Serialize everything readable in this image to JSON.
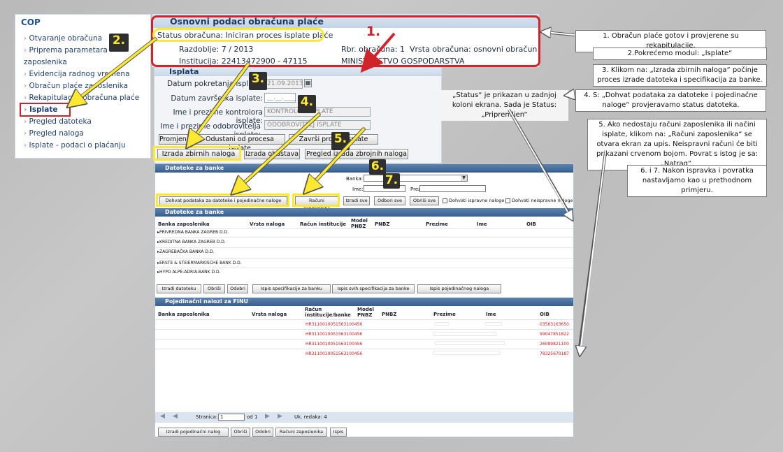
{
  "sidebar": {
    "title": "COP",
    "items": [
      "Otvaranje obračuna",
      "Priprema parametara zaposlenika",
      "Evidencija radnog vremena",
      "Obračun plaće zaposlenika",
      "Rekapitulacija obračuna plaće",
      "Isplate",
      "Pregled datoteka",
      "Pregled naloga",
      "Isplate - podaci o plaćanju"
    ]
  },
  "header": {
    "title": "Osnovni podaci obračuna plaće",
    "status": "Status obračuna: Iniciran proces isplate plaće",
    "period": "Razdoblje:     7 / 2013",
    "number": "Rbr. obračuna: 1",
    "type": "Vrsta obračuna: osnovni obračun",
    "institution": "Institucija: 22413472900 - 47115",
    "ministry": "MINISTARSTVO GOSPODARSTVA"
  },
  "form": {
    "title": "Isplata",
    "start_label": "Datum pokretanja isplate:",
    "start_value": "21.09.2013",
    "end_label": "Datum završetka isplate:",
    "end_value": "__.__.____",
    "controller_label": "Ime i prezime kontrolora isplate:",
    "controller_value": "KONTROLOR ISPLATE",
    "approver_label": "Ime i prezime odobrovitelja isplate:",
    "approver_value": "ODOBROVITELJ ISPLATE",
    "btn_change": "Promjena",
    "btn_cancel": "Odustani od procesa isplate",
    "btn_finish": "Završi proces isplate",
    "btn_orders": "Izrada zbirnih naloga",
    "btn_deductions": "Izrada obustava",
    "btn_review": "Pregled izrada zbrojnih naloga"
  },
  "bank_files": {
    "section1": "Datoteke za banke",
    "bank_label": "Banka:",
    "name_label": "Ime:",
    "surname_label": "Prezime:",
    "btn_fetch": "Dohvat podataka za datoteke i pojedinačne naloge",
    "btn_accounts": "Računi zaposlenika",
    "btn_select_all": "Izradi sve",
    "btn_cancel_all": "Odbori sve",
    "btn_delete_all": "Obriši sve",
    "chk_valid": "Dohvati ispravne naloge",
    "chk_invalid": "Dohvati neispravne naloge",
    "section2": "Datoteke za banke",
    "columns": [
      "Banka zaposlenika",
      "Vrsta naloga",
      "Račun institucije",
      "Model PNBZ",
      "PNBZ",
      "Prezime",
      "Ime",
      "OIB"
    ],
    "banks": [
      "PRIVREDNA BANKA ZAGREB D.D.",
      "KREDITNA BANKA ZAGREB D.D.",
      "ZAGREBAČKA BANKA D.D.",
      "ERSTE & STEIERMARKISCHE BANK D.D.",
      "HYPO ALPE-ADRIA-BANK D.D."
    ],
    "btn_make_file": "Izradi datoteku",
    "btn_delete": "Obriši",
    "btn_approve": "Odobri",
    "btn_print_spec": "Ispis specifikacije za banku",
    "btn_print_all": "Ispis svih specifikacija za banke",
    "btn_print_single": "Ispis pojedinačnog naloga"
  },
  "finu": {
    "section": "Pojedinačni nalozi za FINU",
    "columns": [
      "Banka zaposlenika",
      "Vrsta naloga",
      "Račun institucije/banke",
      "Model PNBZ",
      "PNBZ",
      "Prezime",
      "Ime",
      "OIB"
    ],
    "rows": [
      {
        "account": "HR3110010051563100456",
        "oib": "03563163650"
      },
      {
        "account": "HR3110010051563100456",
        "oib": "99047851822"
      },
      {
        "account": "HR3110010051563100456",
        "oib": "26089821100"
      },
      {
        "account": "HR3110010051563100456",
        "oib": "78325670187"
      }
    ],
    "page_label": "Stranica:",
    "page_value": "1",
    "of_label": "od 1",
    "count_label": "Uk. redaka: 4",
    "btn_make_single": "Izradi pojedinačni nalog",
    "btn_delete": "Obriši",
    "btn_approve": "Odobri",
    "btn_accounts": "Računi zaposlenika",
    "btn_print": "Ispis"
  },
  "annotations": {
    "n1": "1. Obračun plaće gotov i provjerene su rekapitulacije.",
    "n2": "2.Pokrećemo modul: „Isplate“",
    "n3": "3. Klikom na: „Izrada zbirnih naloga“ počinje proces izrade datoteka i specifikacija za banke.",
    "n4": "4. S: „Dohvat podataka za datoteke i pojedinačne naloge“ provjeravamo status datoteka.",
    "status_note": "„Status“ je prikazan u zadnjoj koloni ekrana. Sada je Status: „Pripremljen“",
    "n5": "5. Ako nedostaju računi zaposlenika ili načini isplate, klikom na: „Računi zaposlenika“ se otvara ekran za upis. Neispravni računi će biti prikazani crvenom bojom. Povrat s istog je sa: „Natrag“.",
    "n6": "6. i 7. Nakon ispravka i povratka nastavljamo kao u prethodnom primjeru.",
    "badges": [
      "1.",
      "2.",
      "3.",
      "4.",
      "5.",
      "6.",
      "7."
    ]
  },
  "colors": {
    "annotation_red": "#d0232a",
    "annotation_yellow": "#ffe830",
    "section_blue": "#365f90",
    "invalid_red": "#d41a1a"
  }
}
